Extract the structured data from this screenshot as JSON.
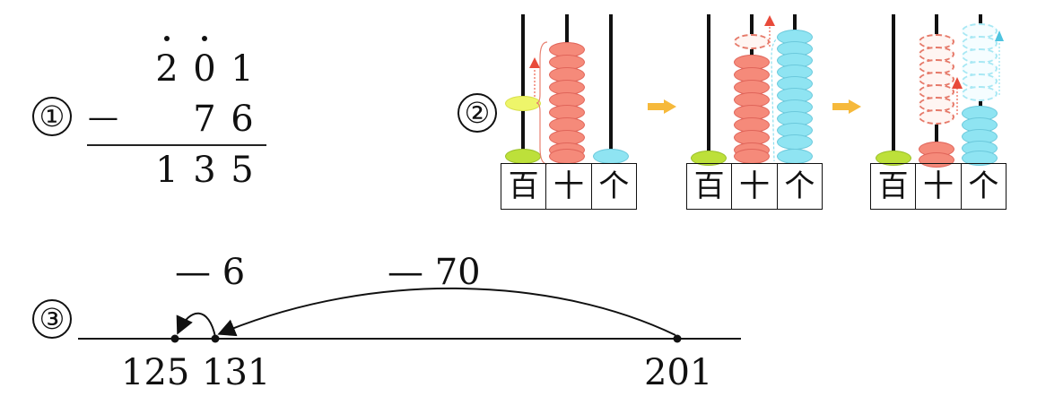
{
  "problem1": {
    "marker": "①",
    "minuend": [
      "2",
      "0",
      "1"
    ],
    "borrow_dots_on": [
      0,
      1
    ],
    "operator": "—",
    "subtrahend": [
      "",
      "7",
      "6"
    ],
    "result": [
      "1",
      "3",
      "5"
    ]
  },
  "problem2": {
    "marker": "②",
    "column_labels": [
      "百",
      "十",
      "个"
    ],
    "stages": [
      {
        "hundreds": {
          "solid": 1,
          "moving_up": 1
        },
        "tens": {
          "solid": 10,
          "ghost": 0
        },
        "ones": {
          "solid": 1,
          "ghost": 0
        }
      },
      {
        "hundreds": {
          "solid": 1
        },
        "tens": {
          "solid": 9,
          "ghost": 1
        },
        "ones": {
          "solid": 11,
          "ghost": 0
        }
      },
      {
        "hundreds": {
          "solid": 1
        },
        "tens": {
          "solid": 2,
          "ghost": 7
        },
        "ones": {
          "solid": 5,
          "ghost": 6
        }
      }
    ],
    "colors": {
      "hundreds": "#eef56a",
      "tens": "#f58a7a",
      "ones": "#8fe4f2",
      "transition_arrow": "#f6b93b",
      "up_arrow_red": "#e84a3a",
      "up_arrow_cyan": "#4fc4e0"
    }
  },
  "problem3": {
    "marker": "③",
    "jumps": [
      {
        "label": "— 6",
        "from": 131,
        "to": 125
      },
      {
        "label": "— 70",
        "from": 201,
        "to": 131
      }
    ],
    "points": [
      {
        "label": "125",
        "value": 125
      },
      {
        "label": "131",
        "value": 131
      },
      {
        "label": "201",
        "value": 201
      }
    ]
  }
}
